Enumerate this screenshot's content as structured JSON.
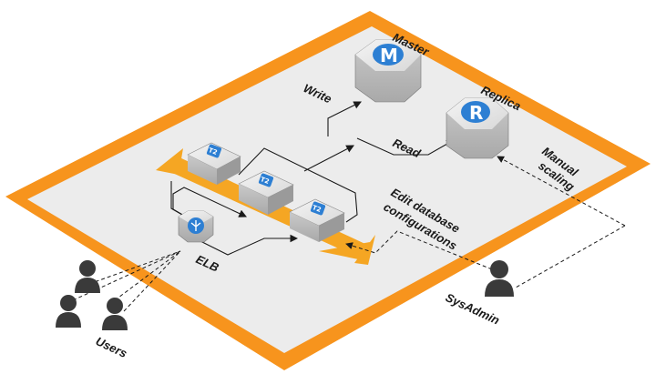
{
  "labels": {
    "master": "Master",
    "replica": "Replica",
    "write": "Write",
    "read": "Read",
    "manual_scaling_line1": "Manual",
    "manual_scaling_line2": "scaling",
    "edit_db_line1": "Edit database",
    "edit_db_line2": "configurations",
    "elb": "ELB",
    "users": "Users",
    "sysadmin": "SysAdmin"
  },
  "icons": {
    "master_letter": "M",
    "replica_letter": "R",
    "instance_chip": "T2"
  },
  "colors": {
    "platform_border": "#f7941d",
    "platform_fill": "#ececec",
    "arrow_band": "#f5a623",
    "badge_blue": "#2d7fd3",
    "person": "#3a3a3a"
  }
}
